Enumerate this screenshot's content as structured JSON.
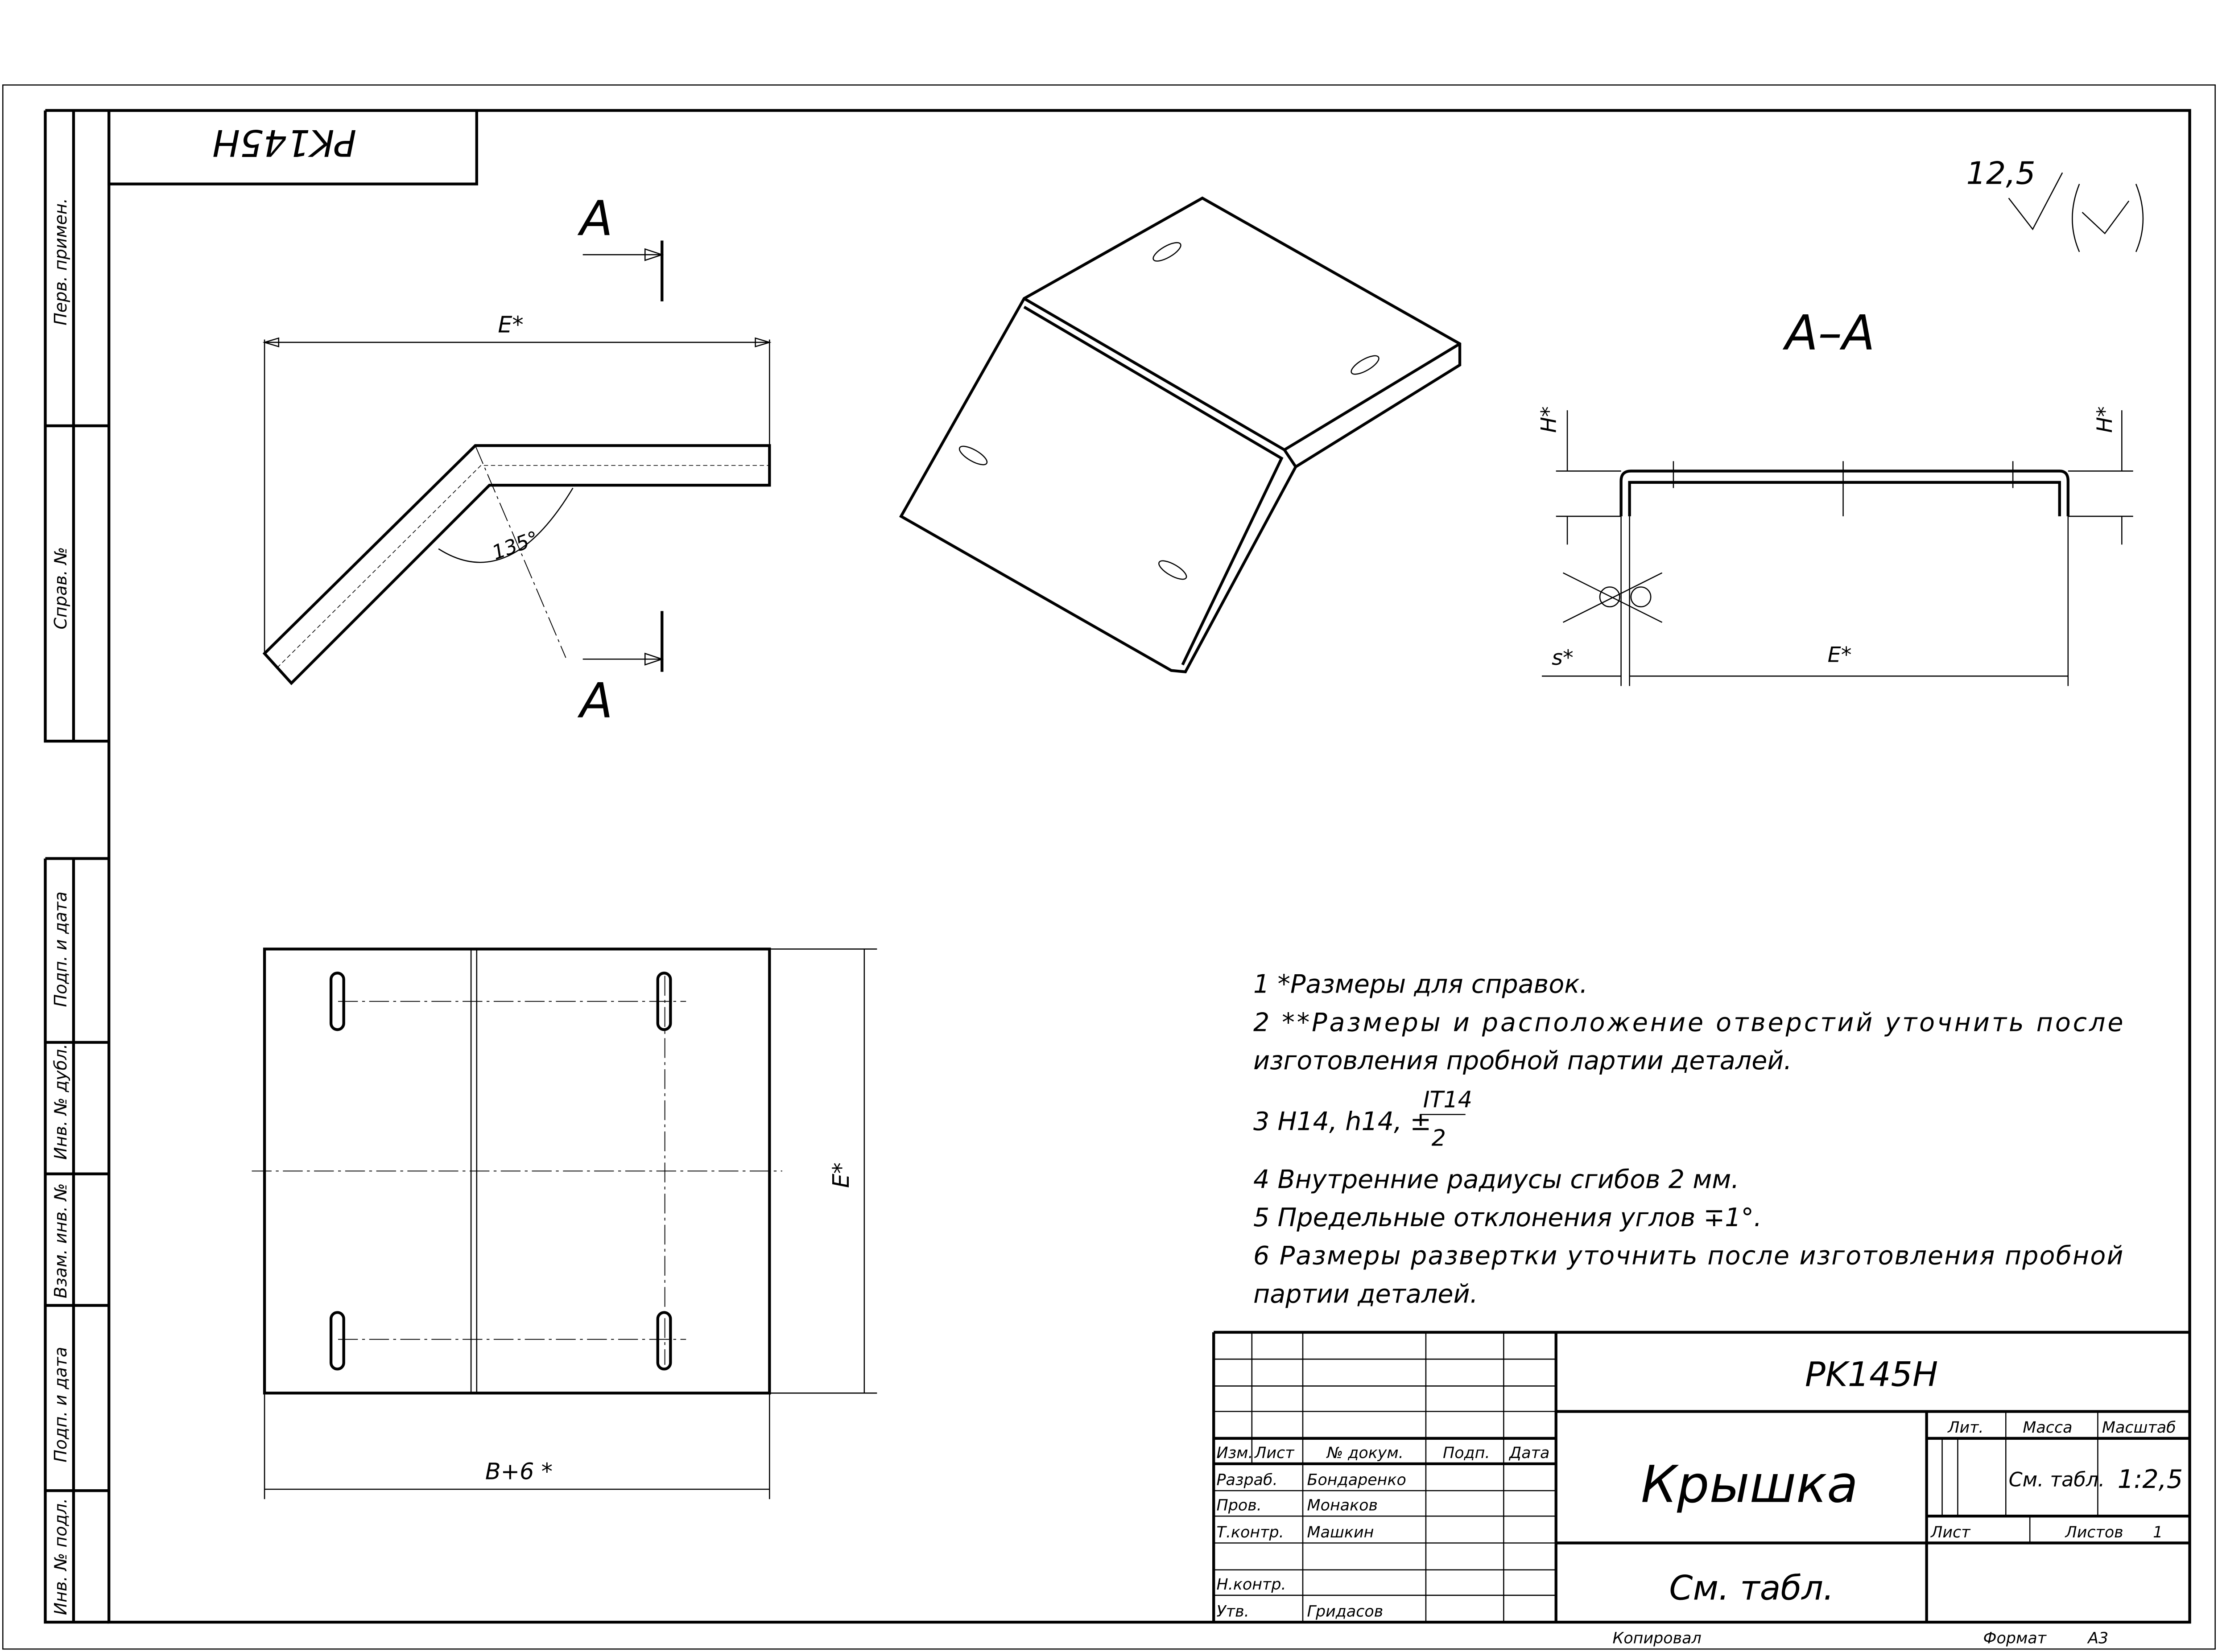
{
  "stamp_code": "PK145H",
  "sidebar": [
    "Перв. примен.",
    "Справ. №",
    "Подп. и дата",
    "Инв. № дубл.",
    "Взам. инв. №",
    "Подп. и дата",
    "Инв. № подл."
  ],
  "roughness": {
    "value": "12,5"
  },
  "side_view": {
    "section_label": "A",
    "dim_width": "E*",
    "angle": "135°"
  },
  "section_view": {
    "title": "A–A",
    "dim_h": "H*",
    "dim_s": "s*",
    "dim_width": "E*"
  },
  "flat_view": {
    "dim_height": "E*",
    "dim_width": "B+6 *"
  },
  "notes": {
    "n1": "1  *Размеры для справок.",
    "n2a": "2  **Размеры  и  расположение  отверстий  уточнить  после",
    "n2b": "изготовления пробной партии деталей.",
    "n3": "3 H14, h14, ±",
    "n3_num": "IT14",
    "n3_den": "2",
    "n4": "4  Внутренние радиусы сгибов 2 мм.",
    "n5": "5 Предельные отклонения углов ∓1°.",
    "n6a": "6 Размеры  развертки  уточнить  после  изготовления  пробной",
    "n6b": "партии деталей."
  },
  "title_block": {
    "designation": "PK145H",
    "name": "Крышка",
    "material": "См. табл.",
    "headers": [
      "Изм.",
      "Лист",
      "№ докум.",
      "Подп.",
      "Дата"
    ],
    "roles": [
      {
        "role": "Разраб.",
        "name": "Бондаренко"
      },
      {
        "role": "Пров.",
        "name": "Монаков"
      },
      {
        "role": "Т.контр.",
        "name": "Машкин"
      },
      {
        "role": "Н.контр.",
        "name": ""
      },
      {
        "role": "Утв.",
        "name": "Гридасов"
      }
    ],
    "lit_label": "Лит.",
    "mass_label": "Масса",
    "scale_label": "Масштаб",
    "mass_value": "См. табл.",
    "scale_value": "1:2,5",
    "sheet_label": "Лист",
    "sheets_label": "Листов",
    "sheets_value": "1",
    "copied": "Копировал",
    "format_label": "Формат",
    "format_value": "A3"
  }
}
